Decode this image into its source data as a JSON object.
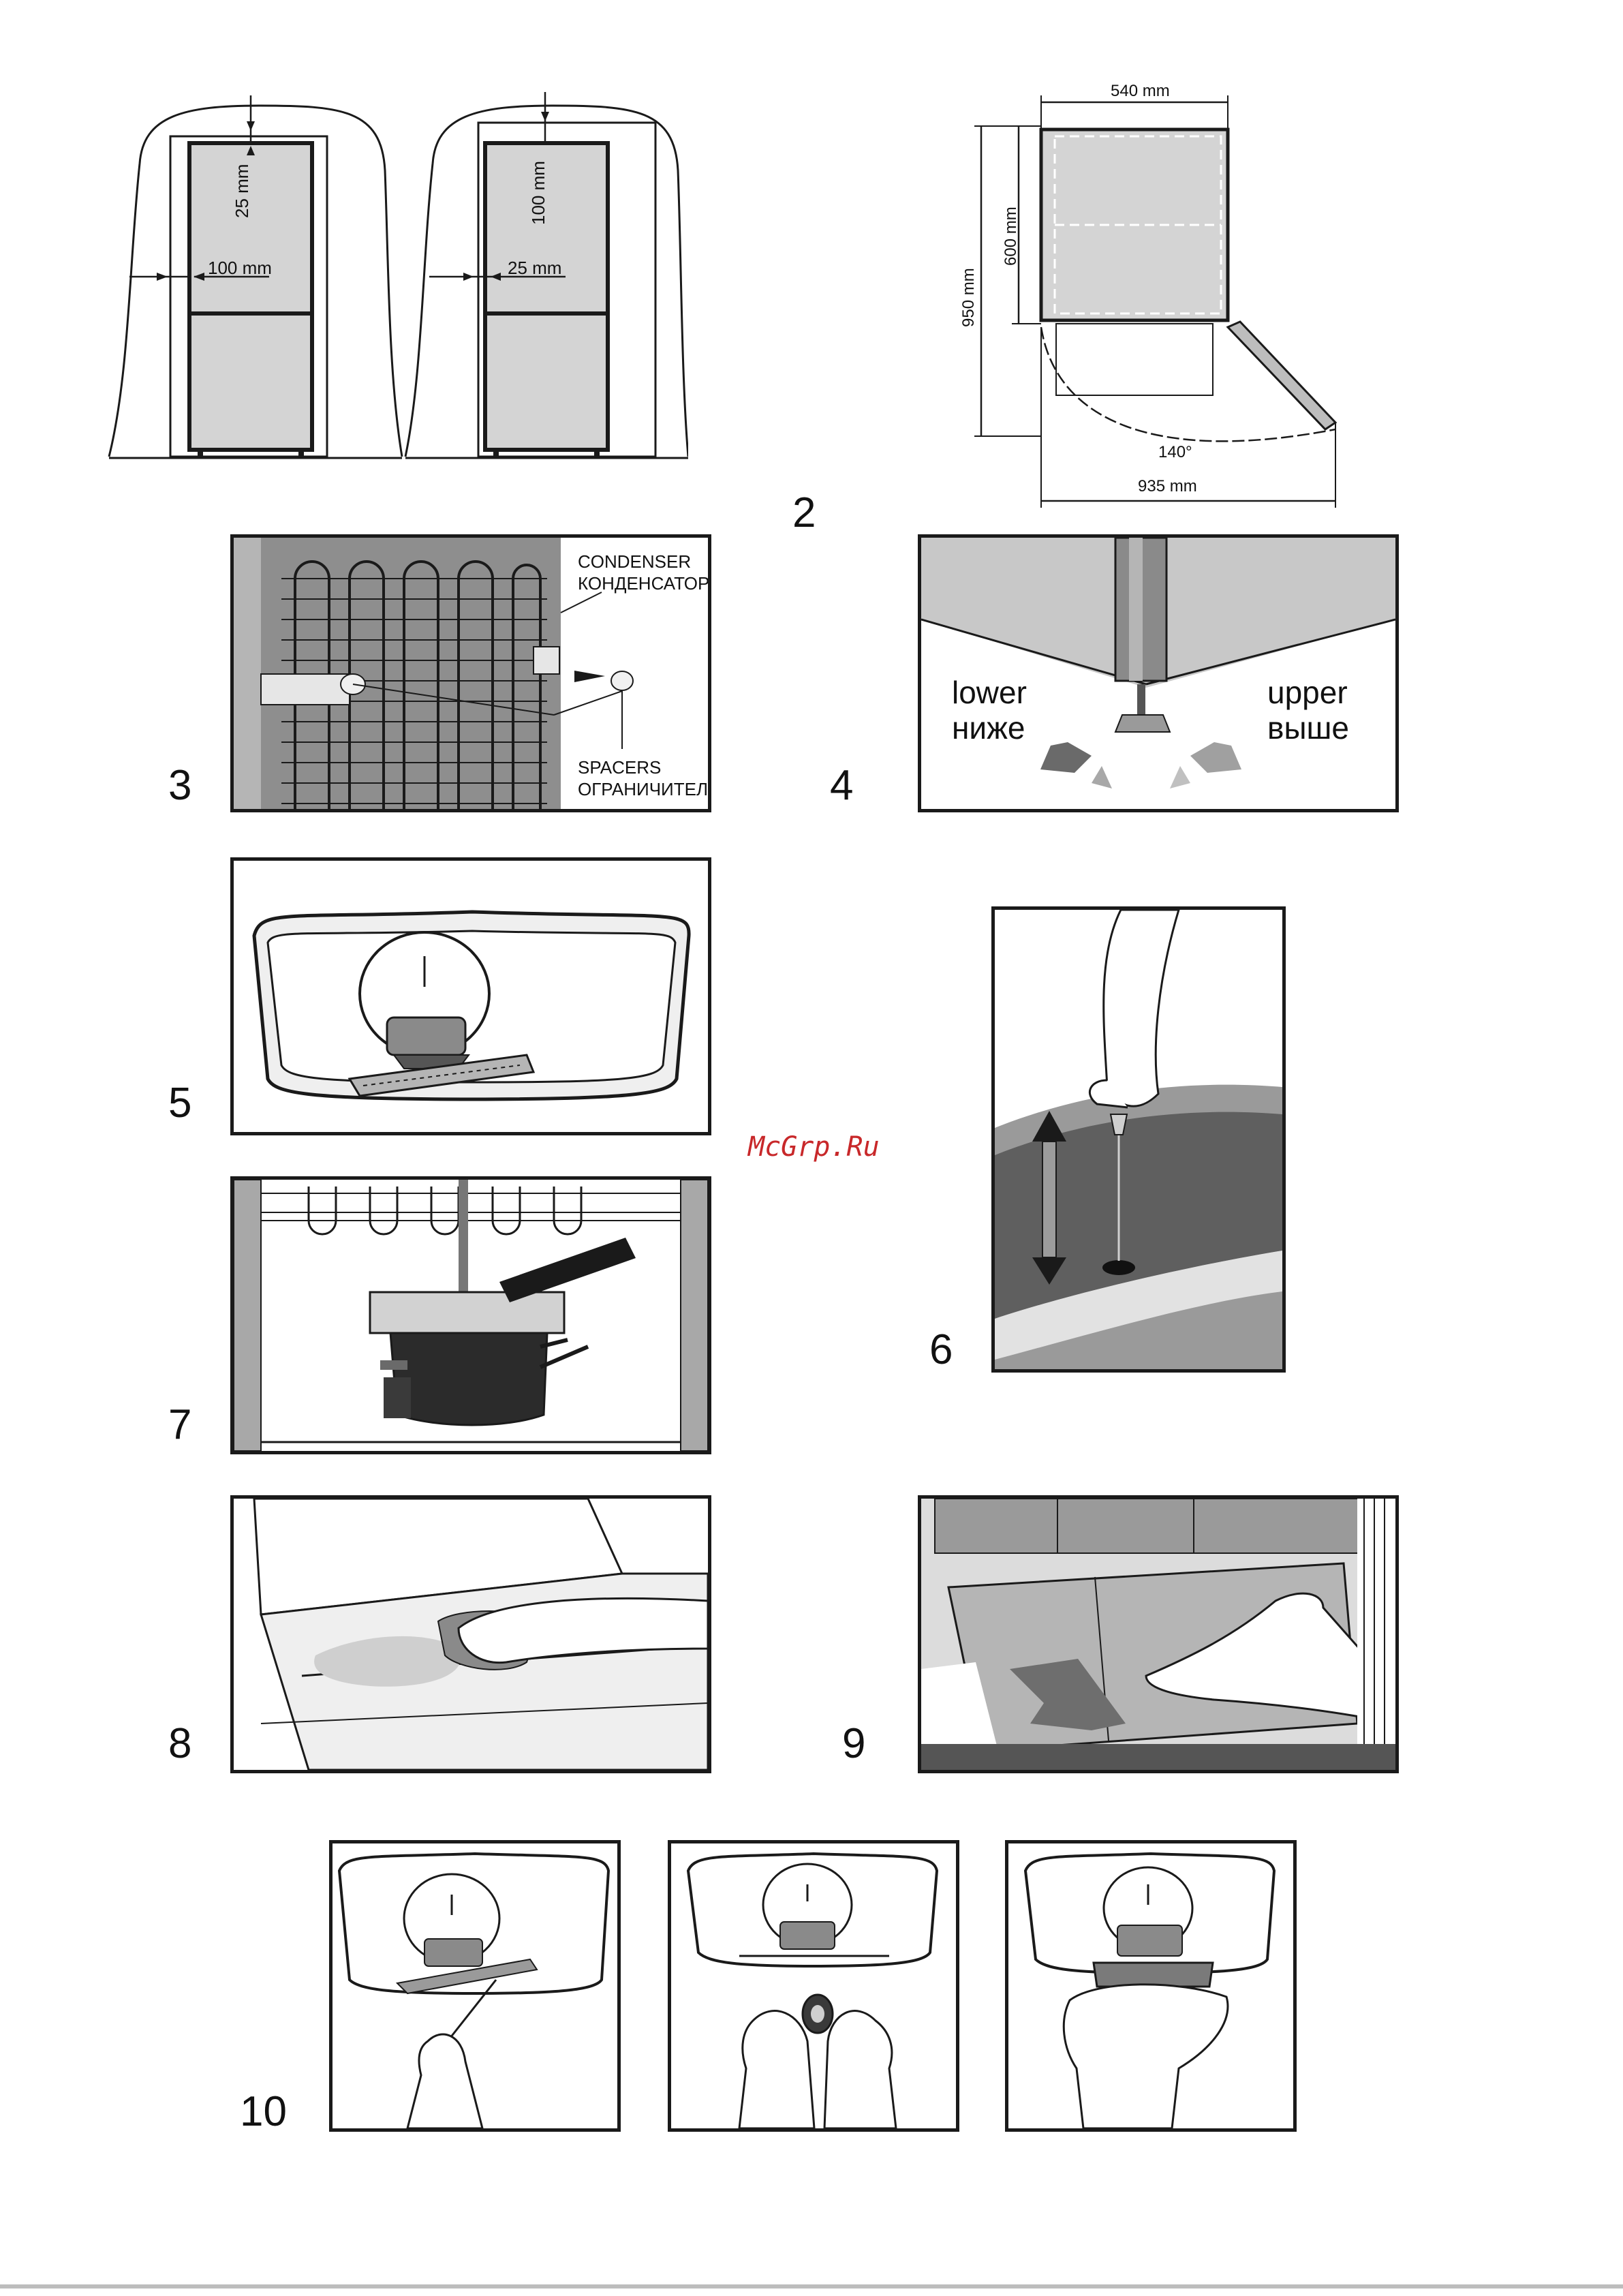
{
  "figures": {
    "fig1": {
      "left": {
        "top_gap": "25 mm",
        "side_gap": "100 mm"
      },
      "right": {
        "top_gap": "100 mm",
        "side_gap": "25 mm"
      }
    },
    "fig2": {
      "number": "2",
      "width": "540 mm",
      "depth": "600 mm",
      "height": "950 mm",
      "angle": "140°",
      "open_depth": "935 mm"
    },
    "fig3": {
      "number": "3",
      "condenser_en": "CONDENSER",
      "condenser_ru": "КОНДЕНСАТОР",
      "spacers_en": "SPACERS",
      "spacers_ru": "ОГРАНИЧИТЕЛЬ"
    },
    "fig4": {
      "number": "4",
      "lower_en": "lower",
      "lower_ru": "ниже",
      "upper_en": "upper",
      "upper_ru": "выше"
    },
    "fig5": {
      "number": "5"
    },
    "fig6": {
      "number": "6"
    },
    "fig7": {
      "number": "7"
    },
    "fig8": {
      "number": "8"
    },
    "fig9": {
      "number": "9"
    },
    "fig10": {
      "number": "10"
    }
  },
  "watermark": "McGrp.Ru",
  "colors": {
    "panel_gray": "#d4d4d4",
    "dark_gray": "#6e6e6e",
    "line": "#1a1a1a",
    "watermark": "#c8282a"
  }
}
